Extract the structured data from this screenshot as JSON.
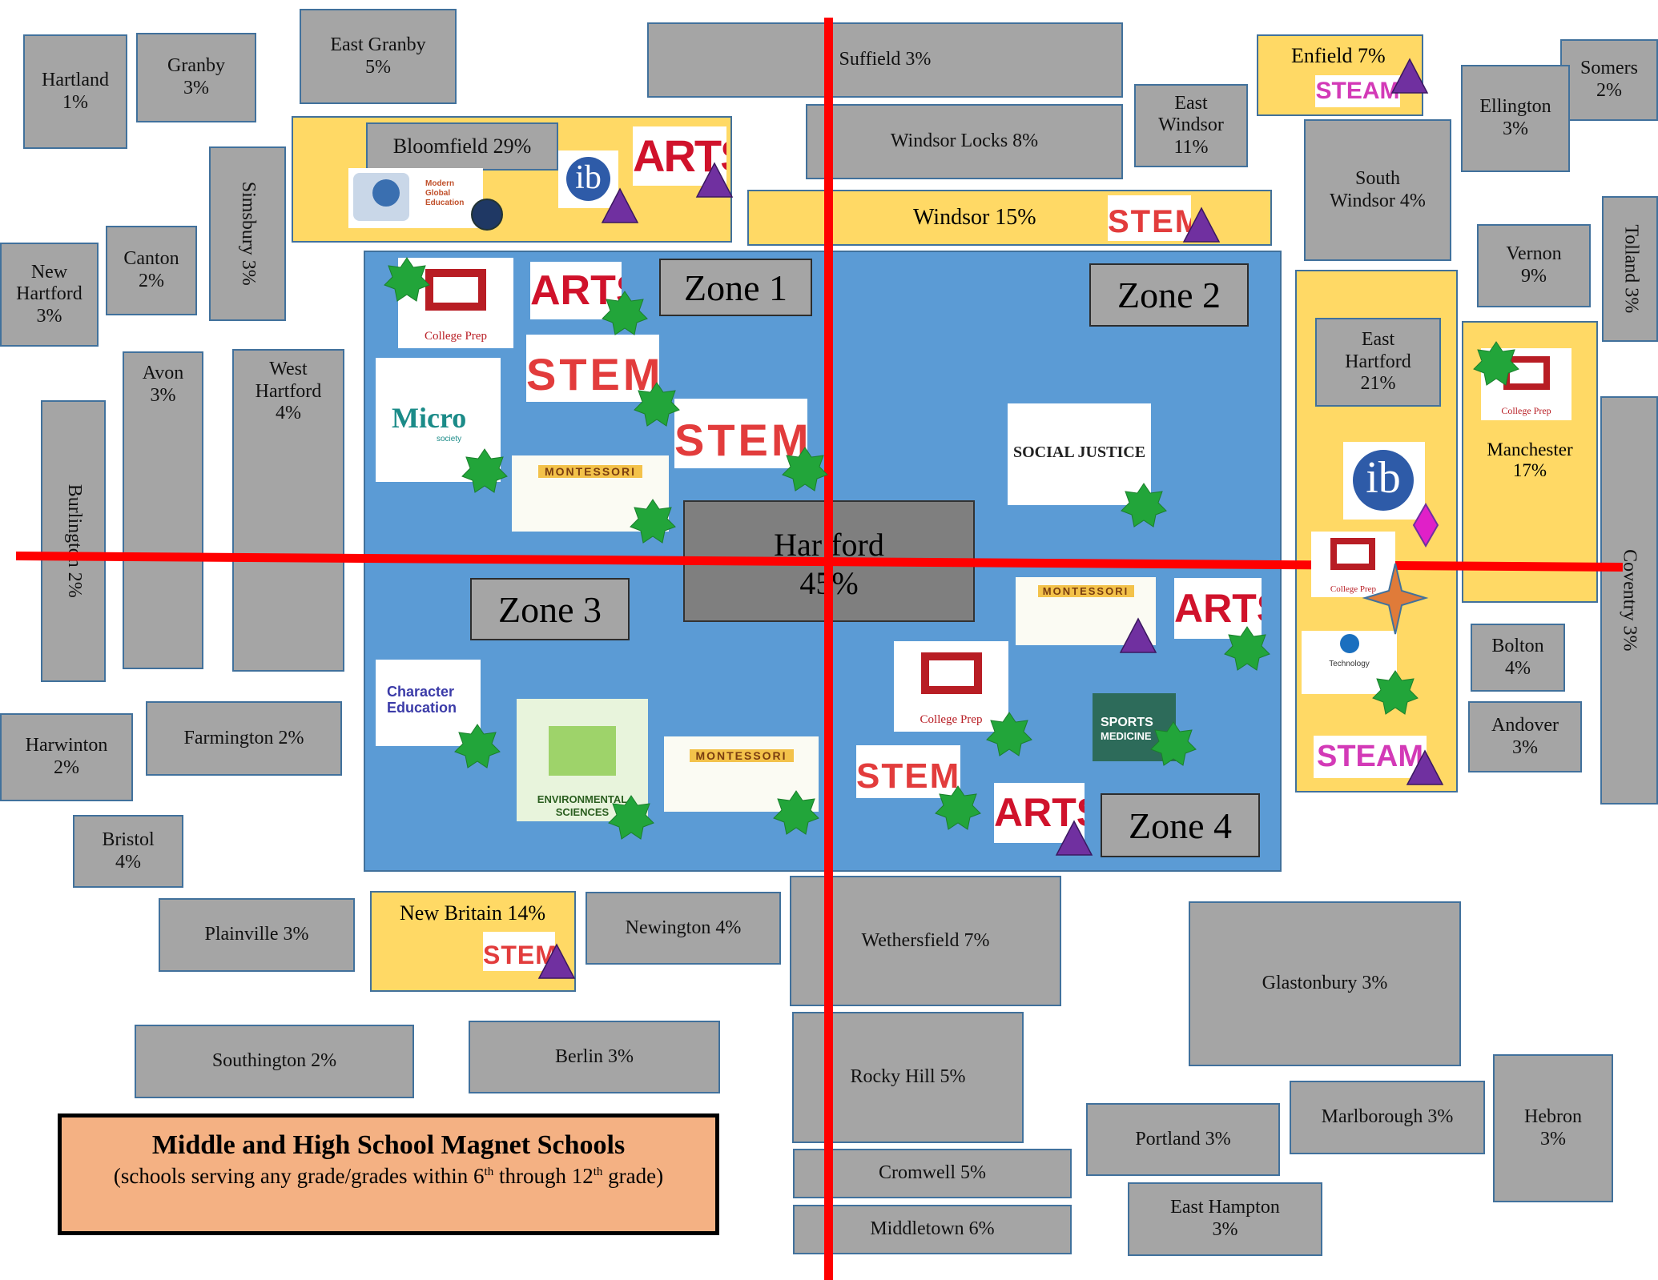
{
  "legend": {
    "title": "Middle and High School Magnet Schools",
    "subtitle_prefix": "(schools serving any grade/grades within 6",
    "sup1": "th",
    "subtitle_mid": " through 12",
    "sup2": "th",
    "subtitle_suffix": " grade)"
  },
  "hartford": {
    "name_a": "Har",
    "name_b": "ford",
    "name_mid": "t",
    "pct": "45%"
  },
  "zones": {
    "z1": "Zone 1",
    "z2": "Zone 2",
    "z3": "Zone 3",
    "z4": "Zone 4"
  },
  "towns": {
    "hartland": "Hartland\n1%",
    "granby": "Granby\n3%",
    "east_granby": "East Granby\n5%",
    "suffield": "Suffield 3%",
    "enfield": "Enfield 7%",
    "somers": "Somers\n2%",
    "ellington": "Ellington\n3%",
    "east_windsor": "East\nWindsor\n11%",
    "windsor_locks": "Windsor Locks 8%",
    "windsor": "Windsor 15%",
    "bloomfield": "Bloomfield 29%",
    "south_windsor": "South\nWindsor 4%",
    "vernon": "Vernon\n9%",
    "tolland": "Tolland 3%",
    "simsbury": "Simsbury 3%",
    "canton": "Canton\n2%",
    "new_hartford": "New\nHartford\n3%",
    "avon": "Avon\n3%",
    "west_hartford": "West\nHartford\n4%",
    "burlington": "Burlington 2%",
    "east_hartford": "East\nHartford\n21%",
    "manchester": "Manchester\n17%",
    "coventry": "Coventry 3%",
    "bolton": "Bolton\n4%",
    "andover": "Andover\n3%",
    "harwinton": "Harwinton\n2%",
    "farmington": "Farmington 2%",
    "bristol": "Bristol\n4%",
    "plainville": "Plainville 3%",
    "new_britain": "New Britain 14%",
    "newington": "Newington 4%",
    "wethersfield": "Wethersfield 7%",
    "glastonbury": "Glastonbury 3%",
    "southington": "Southington 2%",
    "berlin": "Berlin 3%",
    "rocky_hill": "Rocky Hill 5%",
    "marlborough": "Marlborough 3%",
    "hebron": "Hebron\n3%",
    "portland": "Portland 3%",
    "cromwell": "Cromwell 5%",
    "east_hampton": "East Hampton\n3%",
    "middletown": "Middletown 6%"
  },
  "icons": {
    "college_prep": "College Prep",
    "arts": "ARTS",
    "stem": "STEM",
    "steam": "STEAM",
    "montessori": "MONTESSORI",
    "micro": "Micro",
    "micro_sub": "society",
    "social_justice": "SOCIAL JUSTICE",
    "character_line1": "Character",
    "character_line2": "Education",
    "env_line1": "ENVIRONMENTAL",
    "env_line2": "SCIENCES",
    "sports_line1": "SPORTS",
    "sports_line2": "MEDICINE",
    "ib": "ib",
    "modern_global_1": "Modern",
    "modern_global_2": "Global",
    "modern_global_3": "Education",
    "technology": "Technology"
  },
  "colors": {
    "town_box": "#a5a5a5",
    "magnet_town": "#ffd965",
    "zone_area": "#5b9bd5",
    "axis": "#ff0000",
    "star": "#22a53a",
    "triangle": "#7030a0",
    "legend_bg": "#f4b183"
  }
}
